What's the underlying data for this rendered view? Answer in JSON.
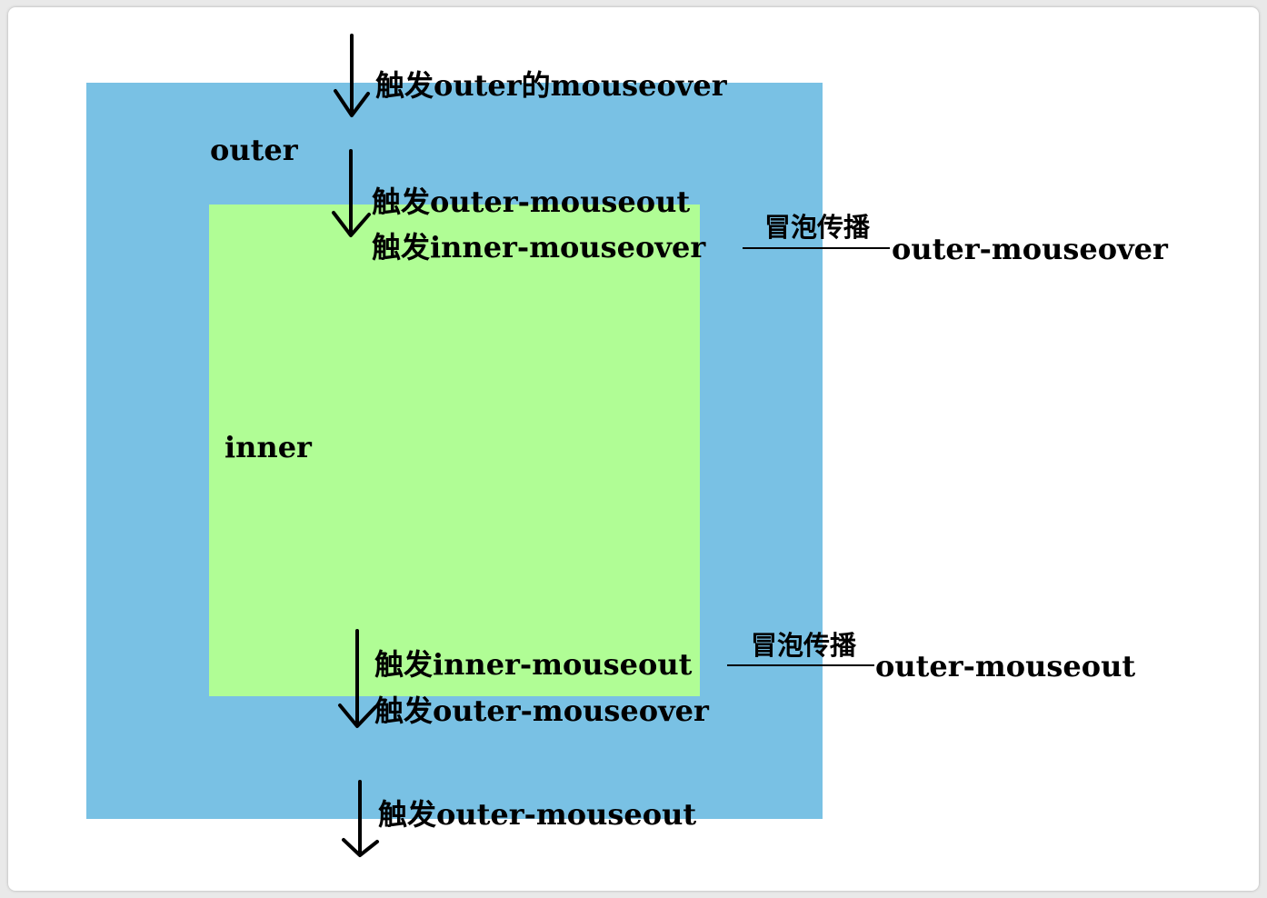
{
  "colors": {
    "outer_fill": "#79c1e4",
    "inner_fill": "#b0fd95",
    "ink": "#000000"
  },
  "boxes": {
    "outer_label": "outer",
    "inner_label": "inner"
  },
  "annotations": {
    "a1": "触发outer的mouseover",
    "a2": "触发outer-mouseout",
    "a3": "触发inner-mouseover",
    "a3_bubble": "冒泡传播",
    "a3_result": "outer-mouseover",
    "a4": "触发inner-mouseout",
    "a4_bubble": "冒泡传播",
    "a4_result": "outer-mouseout",
    "a5": "触发outer-mouseover",
    "a6": "触发outer-mouseout"
  }
}
